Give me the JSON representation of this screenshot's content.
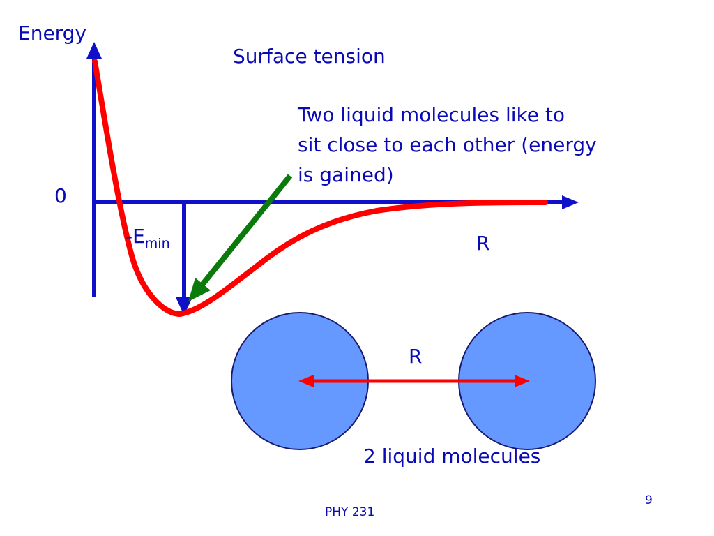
{
  "slide": {
    "title": "Surface tension",
    "axis_y_label": "Energy",
    "zero_label": "0",
    "emin_prefix": "-E",
    "emin_subscript": "min",
    "axis_x_label": "R",
    "description_lines": [
      "Two liquid molecules like to",
      "sit close to each other (energy",
      "is gained)"
    ],
    "separation_label": "R",
    "molecules_caption": "2 liquid molecules",
    "footer": "PHY 231",
    "page_number": "9"
  },
  "colors": {
    "axis": "#1010c8",
    "curve": "#ff0000",
    "pointer_arrow": "#0a7a0a",
    "molecule_fill": "#6699ff",
    "molecule_stroke": "#1a1a6e",
    "text": "#0a0ab4"
  }
}
